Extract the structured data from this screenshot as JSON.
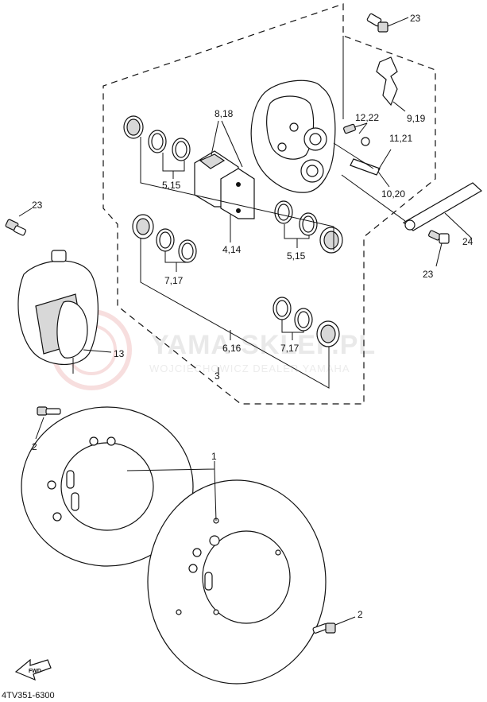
{
  "watermark": {
    "main": "YAMA-SKLEP.PL",
    "sub": "WOJCIECHOWICZ DEALER YAMAHA",
    "logo_color": "#e8a0a0"
  },
  "callouts": {
    "c23_top": "23",
    "c9_19": "9,19",
    "c12_22": "12,22",
    "c11_21": "11,21",
    "c10_20": "10,20",
    "c24": "24",
    "c23_right": "23",
    "c8_18": "8,18",
    "c5_15_top": "5,15",
    "c4_14": "4,14",
    "c5_15_mid": "5,15",
    "c7_17_left": "7,17",
    "c6_16": "6,16",
    "c7_17_right": "7,17",
    "c3": "3",
    "c23_left": "23",
    "c13": "13",
    "c2_left": "2",
    "c1": "1",
    "c2_right": "2"
  },
  "fwd_label": "FWD",
  "diagram_code": "4TV351-6300"
}
